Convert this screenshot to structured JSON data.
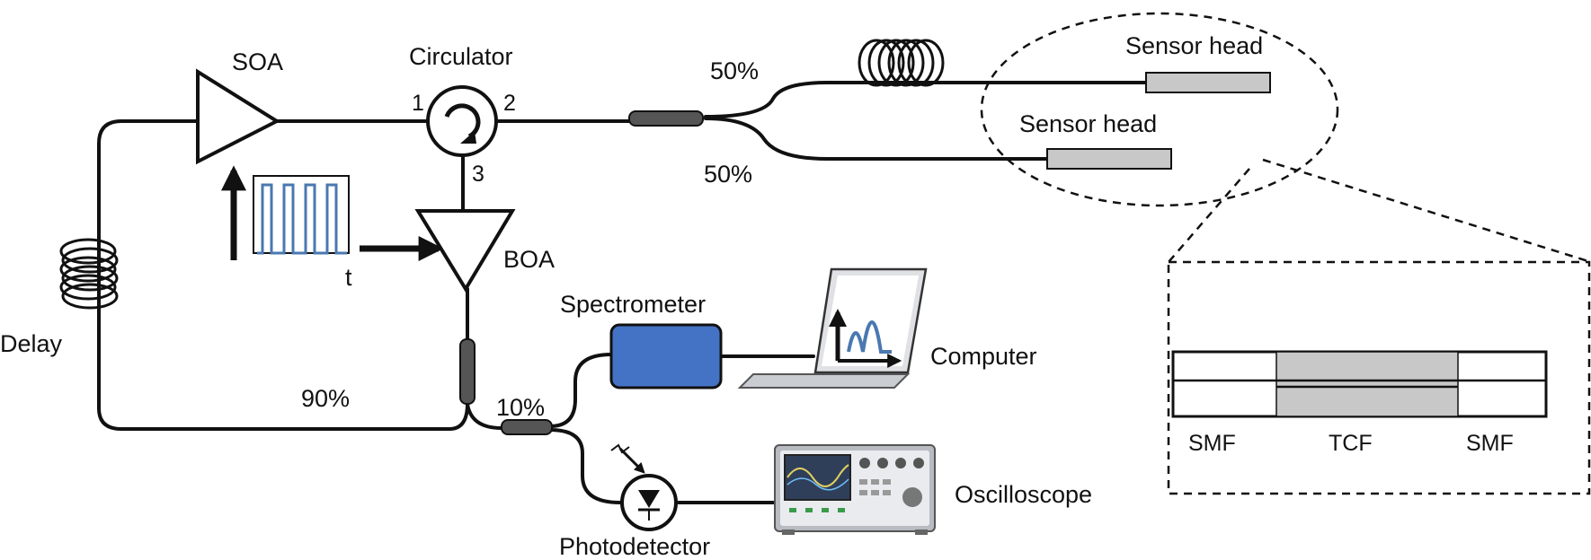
{
  "labels": {
    "soa": "SOA",
    "circulator": "Circulator",
    "port1": "1",
    "port2": "2",
    "port3": "3",
    "boa": "BOA",
    "t": "t",
    "delay": "Delay",
    "split_top": "50%",
    "split_bottom": "50%",
    "sensor_head_1": "Sensor head",
    "sensor_head_2": "Sensor head",
    "spectrometer": "Spectrometer",
    "computer": "Computer",
    "ninety": "90%",
    "ten": "10%",
    "photodetector": "Photodetector",
    "oscilloscope": "Oscilloscope",
    "smf_left": "SMF",
    "tcf": "TCF",
    "smf_right": "SMF"
  },
  "colors": {
    "line": "#111111",
    "sensor_fill": "#c8c8c8",
    "tcf_fill": "#c8c8c8",
    "spectrometer_fill": "#4472c4",
    "pulse_color": "#4a78b0",
    "coupler_fill": "#555555"
  },
  "icons": {
    "circulator": "circular-arrow-icon",
    "photodetector": "photodiode-icon",
    "computer": "laptop-icon",
    "oscilloscope": "oscilloscope-icon",
    "delay": "fiber-coil-icon"
  }
}
